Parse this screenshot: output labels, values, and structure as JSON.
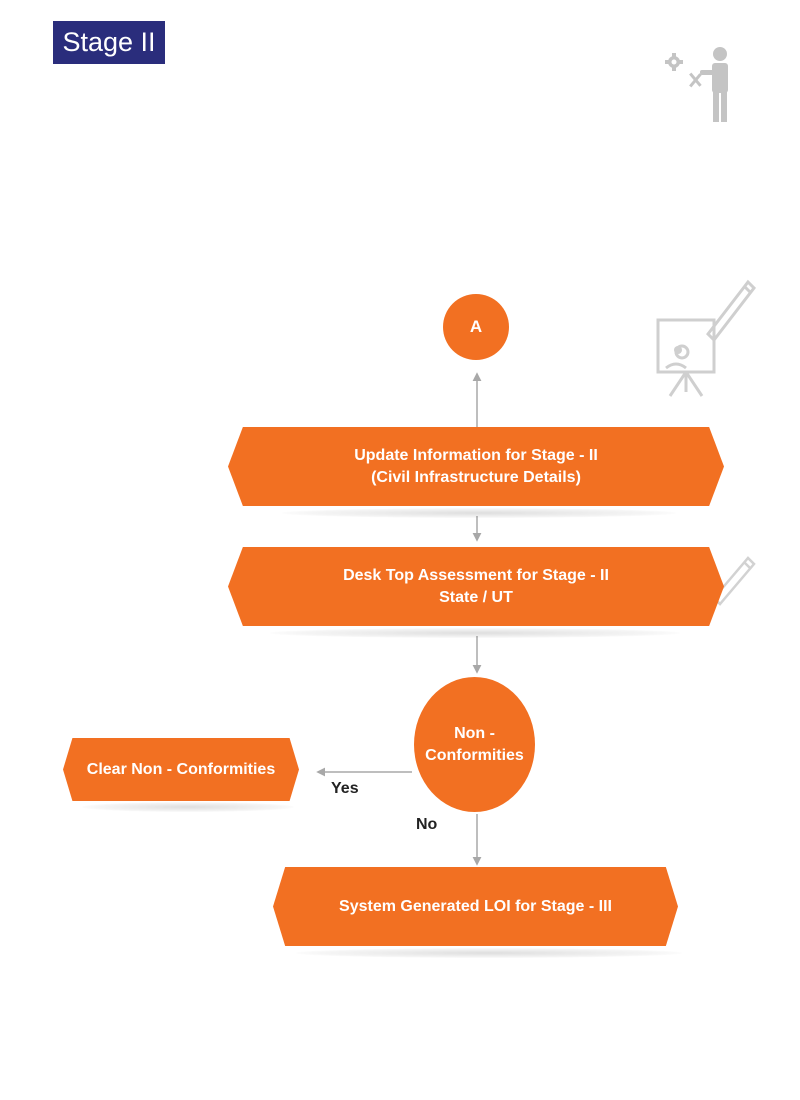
{
  "header": {
    "stage_label": "Stage II"
  },
  "nodes": {
    "connector": {
      "label": "A"
    },
    "update_info": {
      "line1": "Update Information for Stage - II",
      "line2": "(Civil Infrastructure Details)"
    },
    "desk_assessment": {
      "line1": "Desk Top Assessment for Stage - II",
      "line2": "State / UT"
    },
    "decision": {
      "line1": "Non -",
      "line2": "Conformities"
    },
    "clear_nc": {
      "label": "Clear Non - Conformities"
    },
    "loi": {
      "label": "System Generated LOI for Stage - III"
    }
  },
  "edges": {
    "yes_label": "Yes",
    "no_label": "No"
  },
  "colors": {
    "node_fill": "#f27022",
    "badge_fill": "#2a2d7c",
    "arrow": "#a8a8a8",
    "decor": "#c8c8c8"
  },
  "icons": [
    "gear-icon",
    "worker-tools-icon",
    "presentation-board-icon",
    "pencil-icon"
  ]
}
